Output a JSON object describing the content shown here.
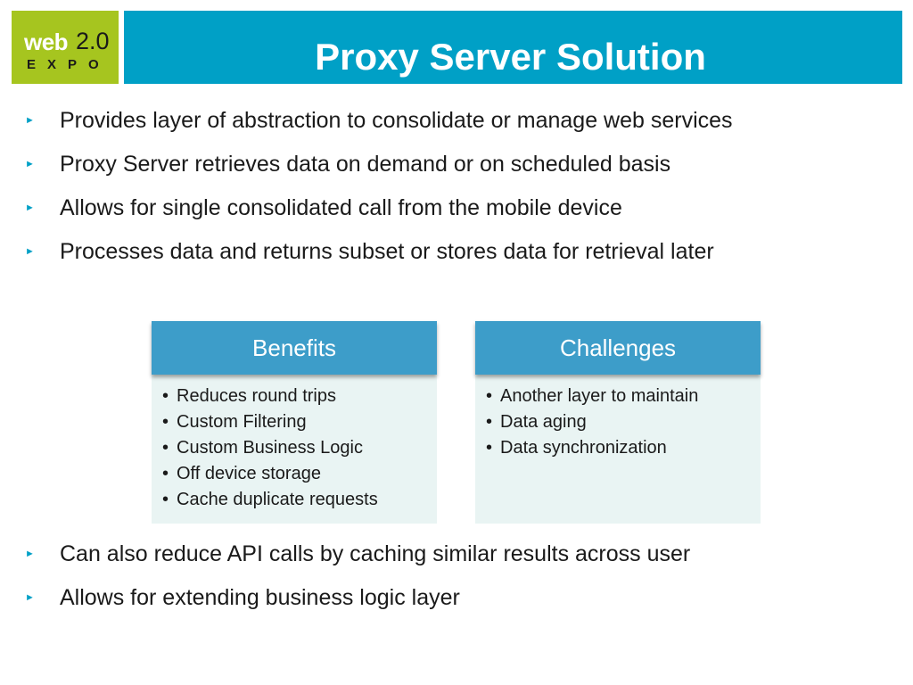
{
  "logo": {
    "web": "web",
    "version": "2.0",
    "expo": "EXPO"
  },
  "title": "Proxy Server Solution",
  "bullets_top": [
    "Provides layer of abstraction to consolidate or manage web services",
    "Proxy Server retrieves data on demand or on scheduled basis",
    "Allows for single consolidated call from the mobile device",
    "Processes data and returns subset or stores data for retrieval later"
  ],
  "benefits": {
    "heading": "Benefits",
    "items": [
      "Reduces round trips",
      "Custom Filtering",
      "Custom Business Logic",
      "Off device storage",
      "Cache duplicate requests"
    ]
  },
  "challenges": {
    "heading": "Challenges",
    "items": [
      "Another layer to maintain",
      "Data aging",
      "Data synchronization"
    ]
  },
  "bullets_bottom": [
    "Can also reduce API calls by caching similar results across user",
    "Allows for extending business logic layer"
  ],
  "colors": {
    "title_bar": "#00a0c6",
    "logo_bg": "#a6c51f",
    "box_header": "#3d9dc9",
    "box_body": "#e9f4f3"
  }
}
